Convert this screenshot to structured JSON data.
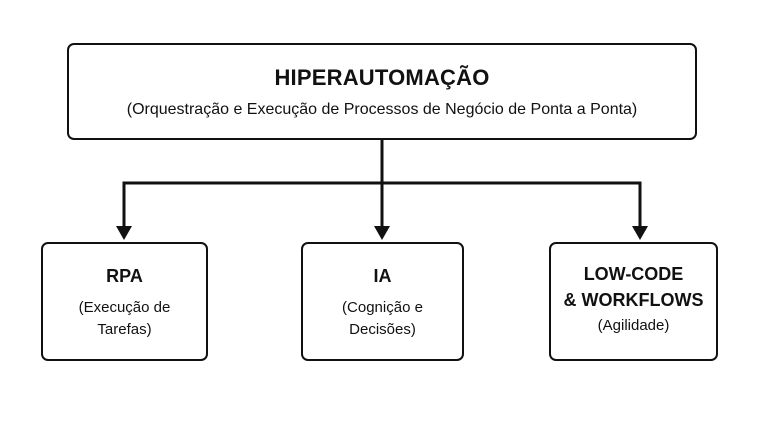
{
  "diagram": {
    "root": {
      "title": "HIPERAUTOMAÇÃO",
      "subtitle": "(Orquestração e Execução de Processos de Negócio de Ponta a Ponta)"
    },
    "children": [
      {
        "title": "RPA",
        "subtitle": "(Execução de\nTarefas)"
      },
      {
        "title": "IA",
        "subtitle": "(Cognição e\nDecisões)"
      },
      {
        "title": "LOW-CODE\n& WORKFLOWS",
        "subtitle": "(Agilidade)"
      }
    ]
  },
  "style": {
    "stroke_color": "#111111",
    "background_color": "#ffffff"
  }
}
